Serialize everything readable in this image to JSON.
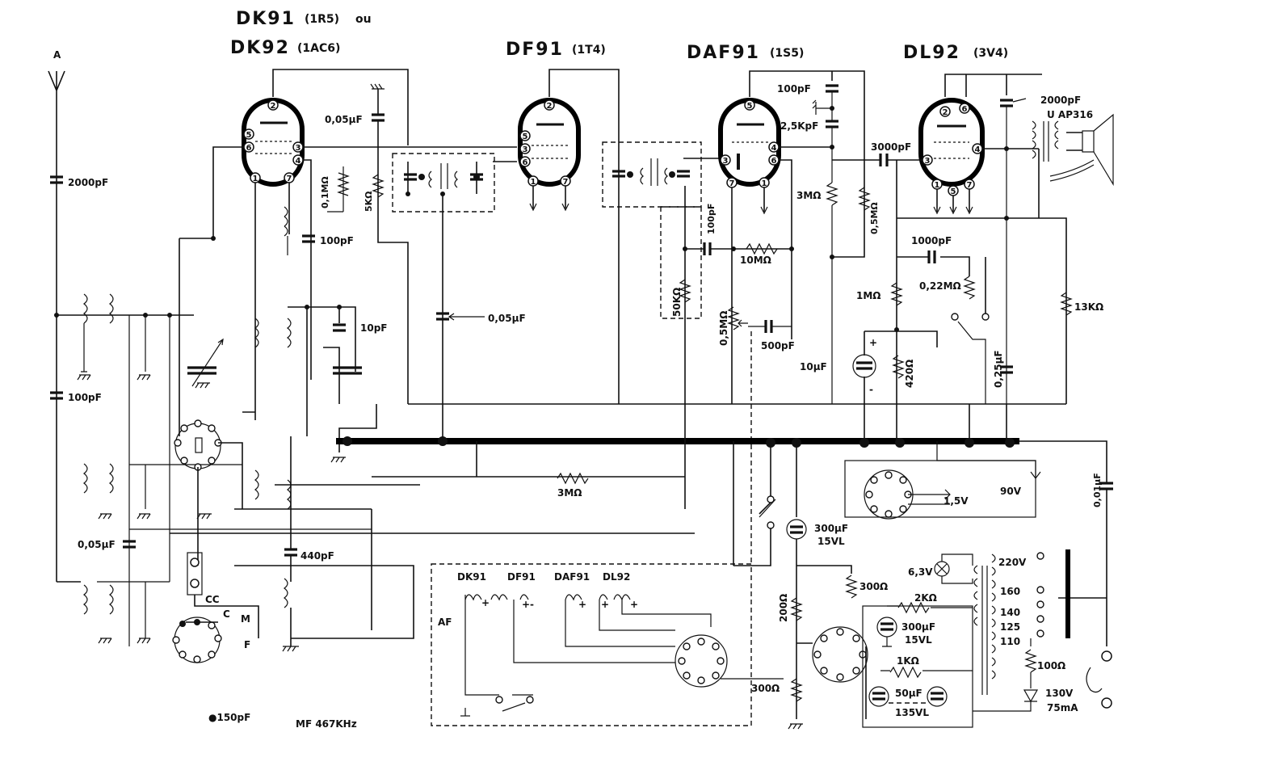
{
  "tubes": {
    "dk91": "DK91",
    "dk91_code": "(1R5)",
    "or_word": "ou",
    "dk92": "DK92",
    "dk92_code": "(1AC6)",
    "df91": "DF91",
    "df91_code": "(1T4)",
    "daf91": "DAF91",
    "daf91_code": "(1S5)",
    "dl92": "DL92",
    "dl92_code": "(3V4)"
  },
  "antenna": "A",
  "components": {
    "c_2000pf_ant": "2000pF",
    "c_100pf_ant": "100pF",
    "c_005_grid": "0,05µF",
    "r_01m": "0,1MΩ",
    "r_5k": "5KΩ",
    "c_100pf_osc": "100pF",
    "c_10pf": "10pF",
    "c_005_mid": "0,05µF",
    "c_100pf_det": "100pF",
    "r_10m": "10MΩ",
    "r_50k": "50KΩ",
    "pot_05m": "0,5MΩ",
    "c_500pf": "500pF",
    "c_100pf_daf": "100pF",
    "c_25kpf": "2,5KpF",
    "r_3m_daf": "3MΩ",
    "r_05m_daf": "0,5MΩ",
    "c_3000pf": "3000pF",
    "c_2000pf_out": "2000pF",
    "transformer": "U AP316",
    "c_1000pf": "1000pF",
    "r_1m": "1MΩ",
    "r_022m": "0,22MΩ",
    "r_13k": "13KΩ",
    "c_10uf": "10µF",
    "r_420": "420Ω",
    "c_025uf": "0,25µF",
    "c_005_low": "0,05µF",
    "c_440pf": "440pF",
    "r_3m_bus": "3MΩ",
    "v_15": "1,5V",
    "v_90": "90V",
    "c_001uf": "0,01µF",
    "c_300uf": "300µF",
    "v_15vl": "15VL",
    "r_200": "200Ω",
    "r_300_top": "300Ω",
    "r_300_low": "300Ω",
    "v_63": "6,3V",
    "tap_220": "220V",
    "tap_160": "160",
    "tap_140": "140",
    "tap_125": "125",
    "tap_110": "110",
    "r_2k": "2KΩ",
    "c_300uf_b": "300µF",
    "v_15vl_b": "15VL",
    "r_1k": "1KΩ",
    "c_50uf": "50µF",
    "v_135vl": "135VL",
    "r_100": "100Ω",
    "v_130": "130V",
    "i_75": "75mA",
    "sw_cc": "CC",
    "sw_c": "C",
    "sw_m": "M",
    "sw_f": "F"
  },
  "af_box": {
    "dk91": "DK91",
    "df91": "DF91",
    "daf91": "DAF91",
    "dl92": "DL92",
    "af": "AF"
  },
  "footnotes": {
    "marker": "●150pF",
    "mf": "MF 467KHz"
  }
}
